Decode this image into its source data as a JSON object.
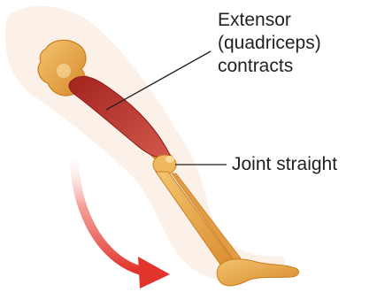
{
  "labels": {
    "extensor": {
      "line1": "Extensor",
      "line2": "(quadriceps)",
      "line3": "contracts"
    },
    "joint": "Joint straight"
  },
  "colors": {
    "bone": "#e8a94a",
    "bone_shadow": "#c97f22",
    "muscle": "#b8322a",
    "skin_outline": "#f2d6c2",
    "arrow": "#e0342c",
    "leader_line": "#231f20"
  },
  "icons": {
    "movement_arrow": "curved-arrow-down-right"
  }
}
